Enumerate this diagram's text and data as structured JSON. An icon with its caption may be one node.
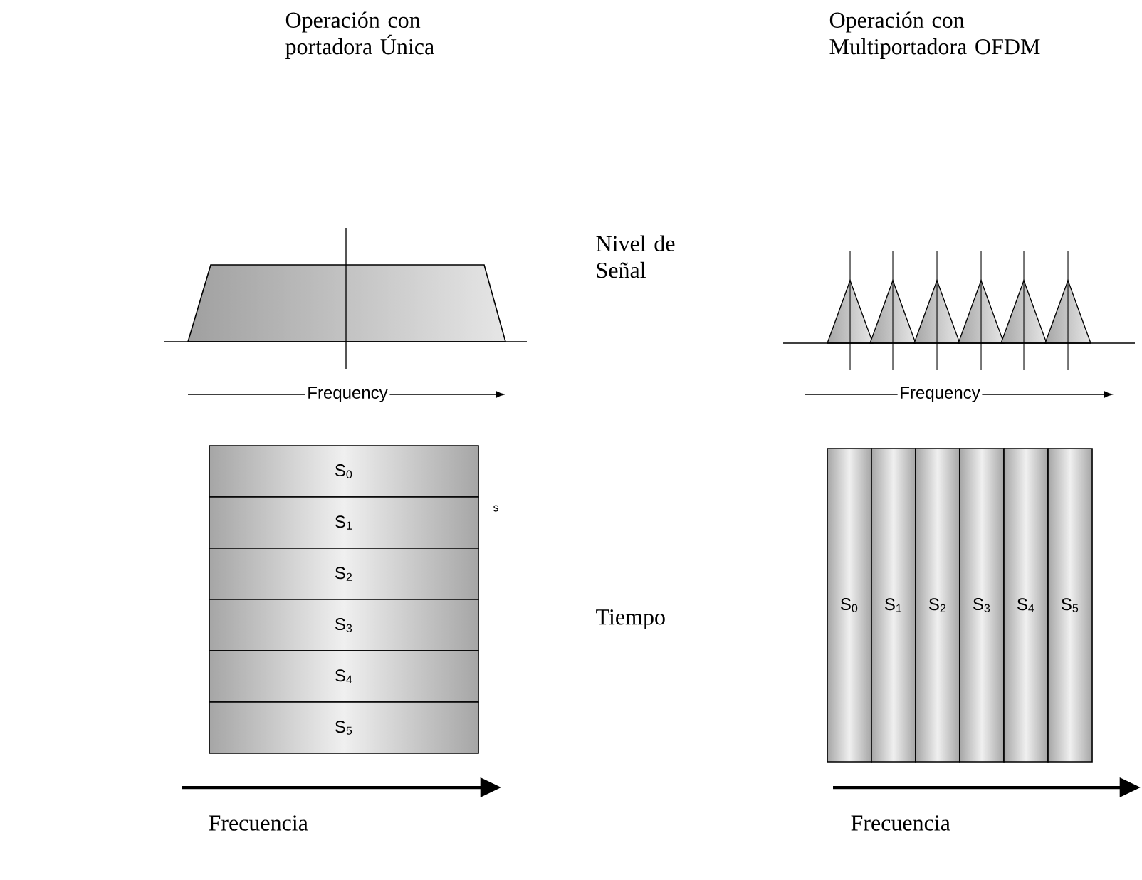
{
  "diagram": {
    "nodes": [
      {
        "text": [
          "S$_{0}$"
        ]
      },
      {
        "text": [
          "S$_{1}$"
        ]
      },
      {
        "text": [
          "S$_{2}$"
        ]
      },
      {
        "text": [
          "S$_{3}$"
        ]
      },
      {
        "text": [
          "S$_{4}$"
        ]
      },
      {
        "text": [
          "S$_{5}$"
        ]
      },
      {
        "text": [
          "S$_{0}$"
        ]
      },
      {
        "text": [
          "S$_{1}$"
        ]
      },
      {
        "text": [
          "S$_{2}$"
        ]
      },
      {
        "text": [
          "S$_{3}$"
        ]
      },
      {
        "text": [
          "S$_{4}$"
        ]
      },
      {
        "text": [
          "S$_{5}$"
        ]
      }
    ],
    "edges": [],
    "labels": [
      "Operación con portadora Única",
      "Operación con Multiportadora OFDM",
      "Nivel de Señal",
      "Frequency",
      "Frequency",
      "s",
      "Tiempo",
      "Frecuencia",
      "Frecuencia"
    ]
  }
}
